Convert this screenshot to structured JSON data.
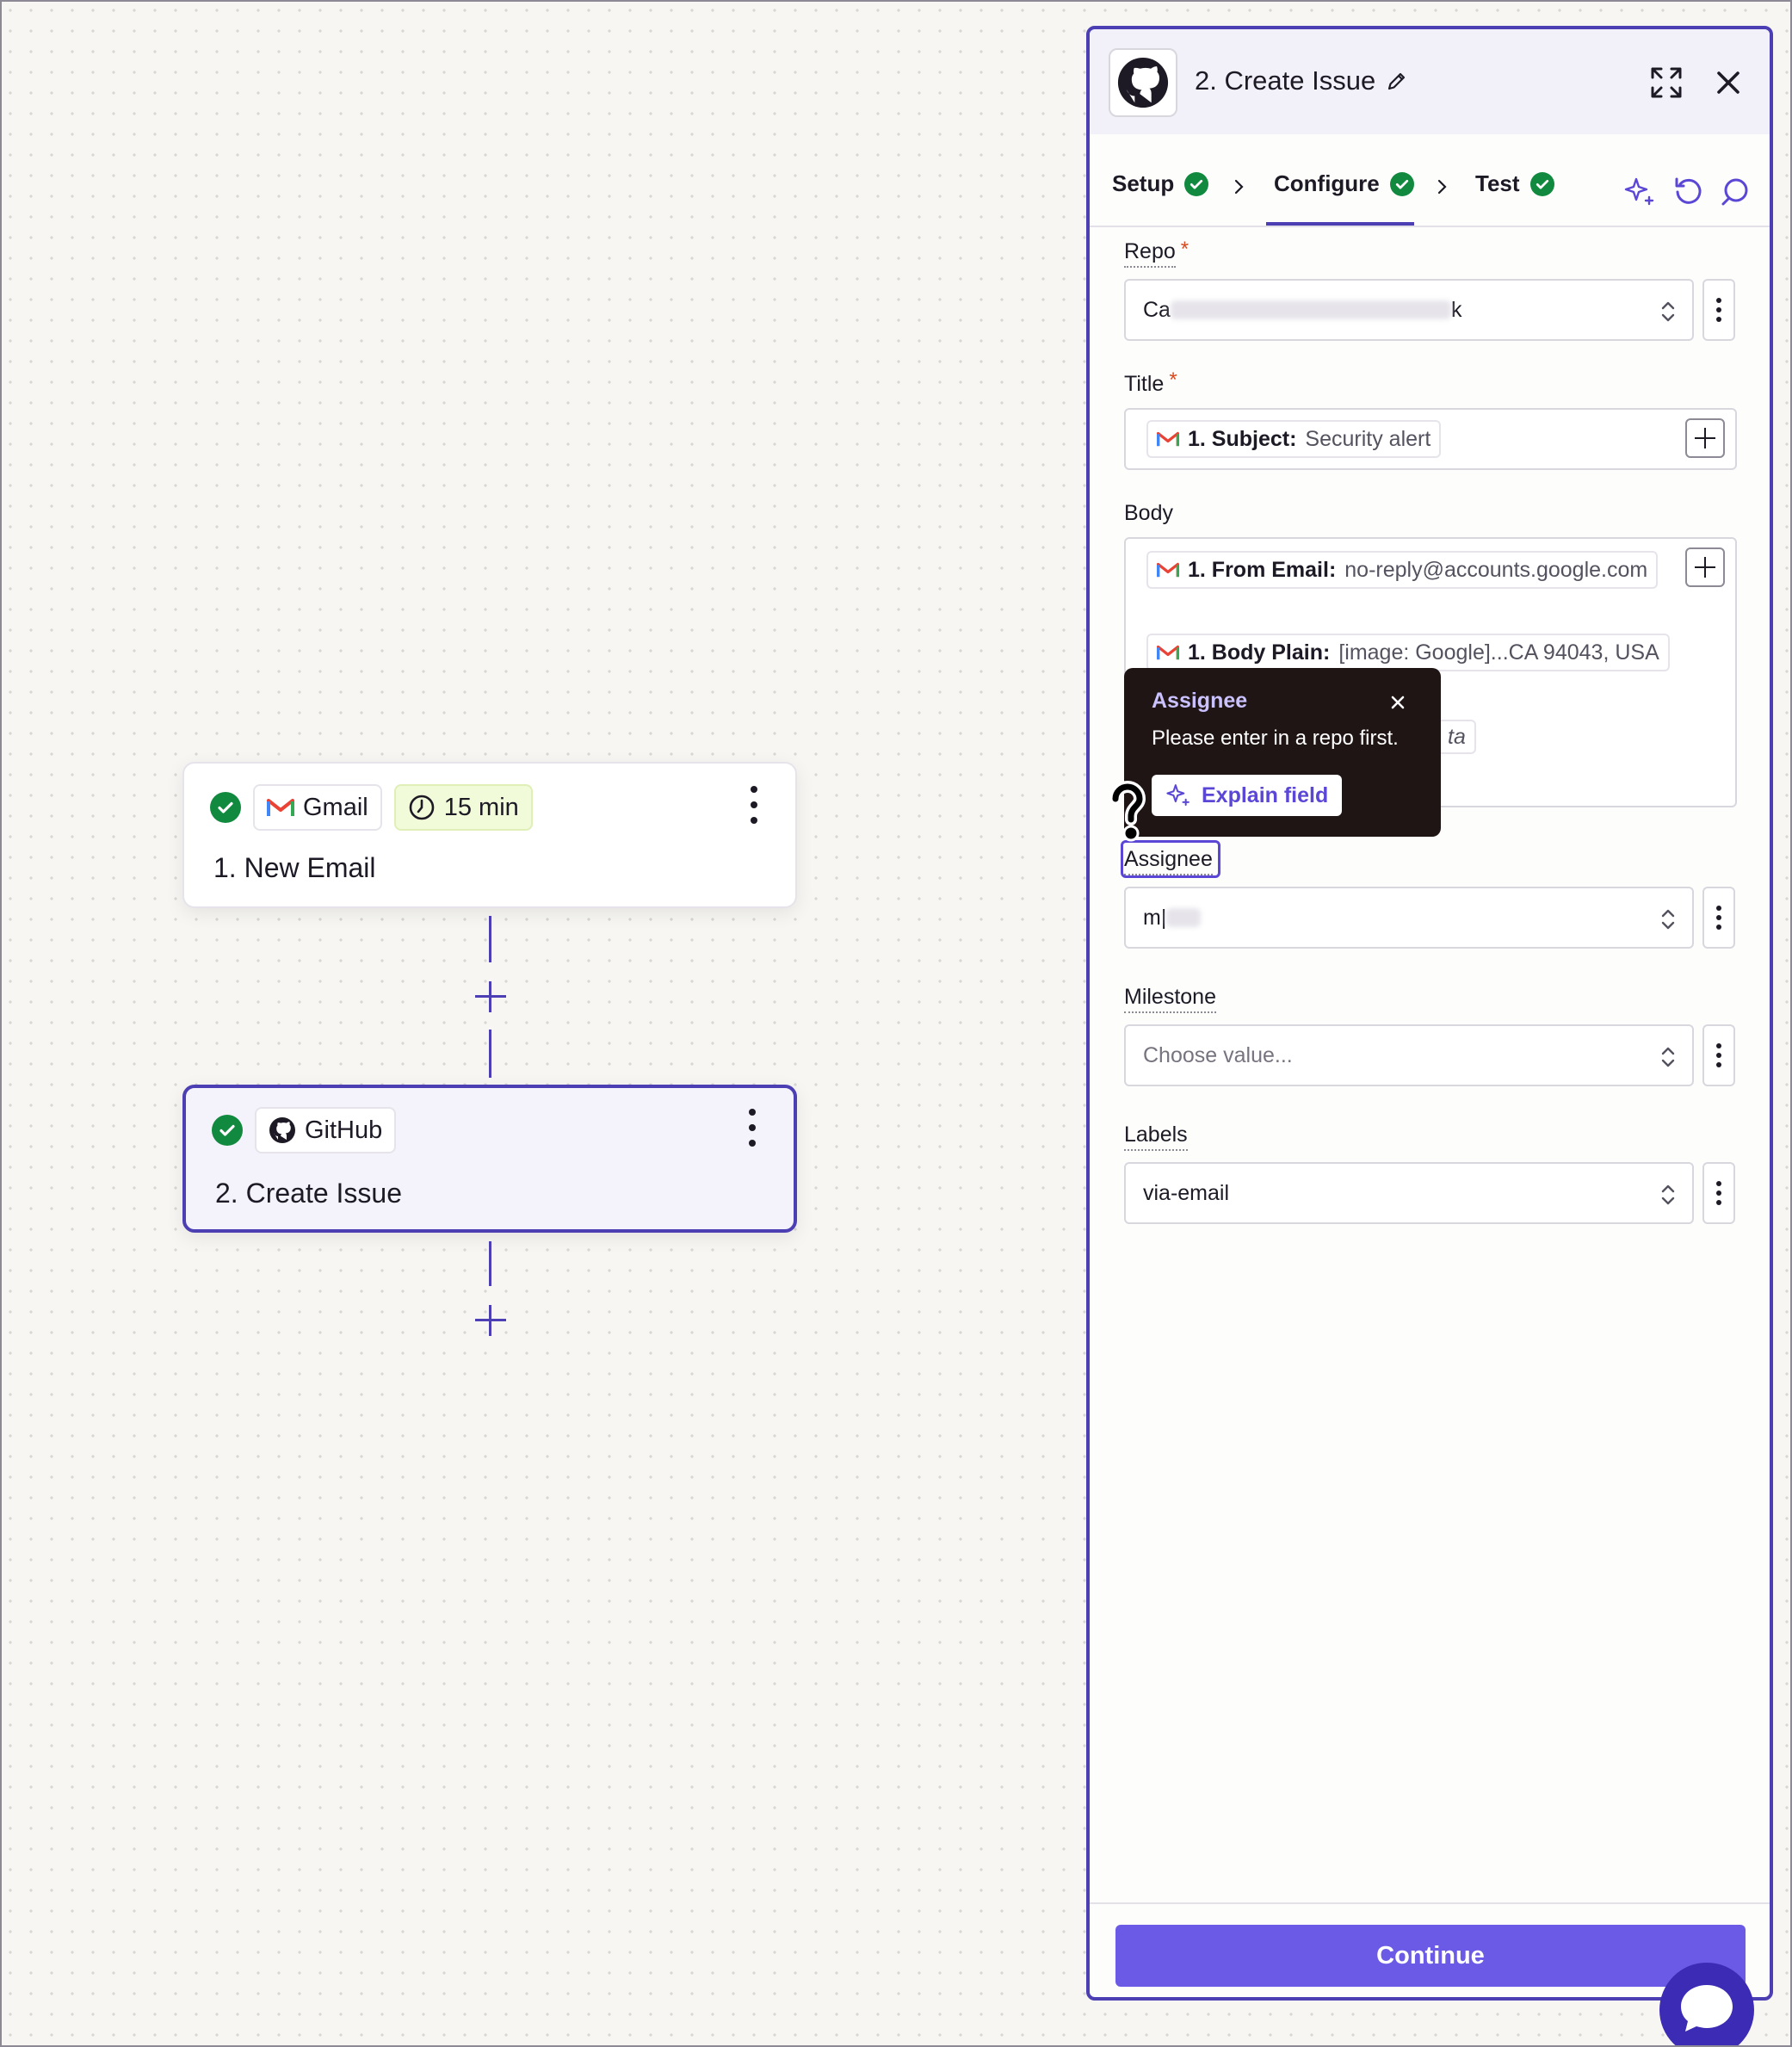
{
  "canvas": {
    "node1": {
      "app": "Gmail",
      "schedule": "15 min",
      "title": "1. New Email"
    },
    "node2": {
      "app": "GitHub",
      "title": "2. Create Issue"
    }
  },
  "panel": {
    "title": "2. Create Issue",
    "tabs": [
      {
        "label": "Setup"
      },
      {
        "label": "Configure"
      },
      {
        "label": "Test"
      }
    ],
    "fields": {
      "repo": {
        "label": "Repo",
        "value_start": "Ca",
        "value_end": "k"
      },
      "title": {
        "label": "Title",
        "pill_key": "1. Subject:",
        "pill_value": "Security alert"
      },
      "body": {
        "label": "Body",
        "pill1_key": "1. From Email:",
        "pill1_value": "no-reply@accounts.google.com",
        "pill2_key": "1. Body Plain:",
        "pill2_value": "[image: Google]...CA 94043, USA",
        "partial": "ta"
      },
      "assignee": {
        "label": "Assignee",
        "value": "m|"
      },
      "milestone": {
        "label": "Milestone",
        "placeholder": "Choose value..."
      },
      "labels": {
        "label": "Labels",
        "value": "via-email"
      }
    },
    "tooltip": {
      "title": "Assignee",
      "message": "Please enter in a repo first.",
      "button": "Explain field"
    },
    "continue": "Continue"
  },
  "colors": {
    "accent": "#4c3fb3",
    "button": "#6a5ae6",
    "success": "#118a3f",
    "required": "#d8491c"
  }
}
